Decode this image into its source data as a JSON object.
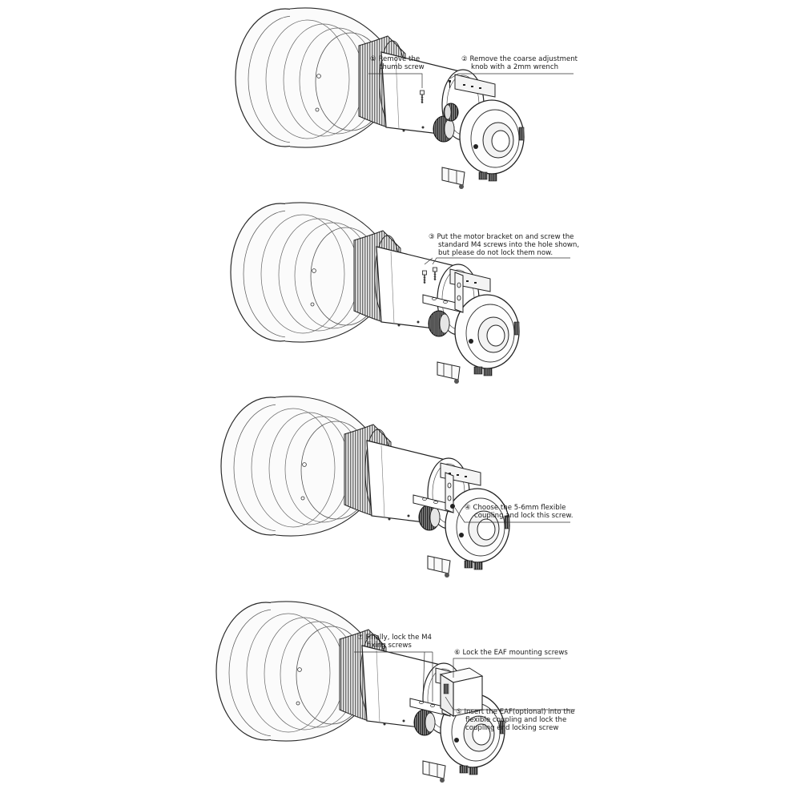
{
  "steps": [
    {
      "num": "①",
      "lines": [
        "Remove the",
        "thumb screw"
      ]
    },
    {
      "num": "②",
      "lines": [
        "Remove the coarse adjustment",
        "knob with a 2mm wrench"
      ]
    },
    {
      "num": "③",
      "lines": [
        "Put the motor bracket on and screw the",
        "standard M4 screws into the hole shown,",
        "but please do not lock them now."
      ]
    },
    {
      "num": "④",
      "lines": [
        "Choose the 5-6mm flexible",
        "coupling and lock this screw."
      ]
    },
    {
      "num": "⑦",
      "lines": [
        "Finally, lock the M4",
        "fixing screws"
      ]
    },
    {
      "num": "⑥",
      "lines": [
        "Lock the EAF mounting screws"
      ]
    },
    {
      "num": "⑤",
      "lines": [
        "Insert the EAF(optional) into the",
        "flexible coupling and lock the",
        "coupling end locking screw"
      ]
    }
  ]
}
